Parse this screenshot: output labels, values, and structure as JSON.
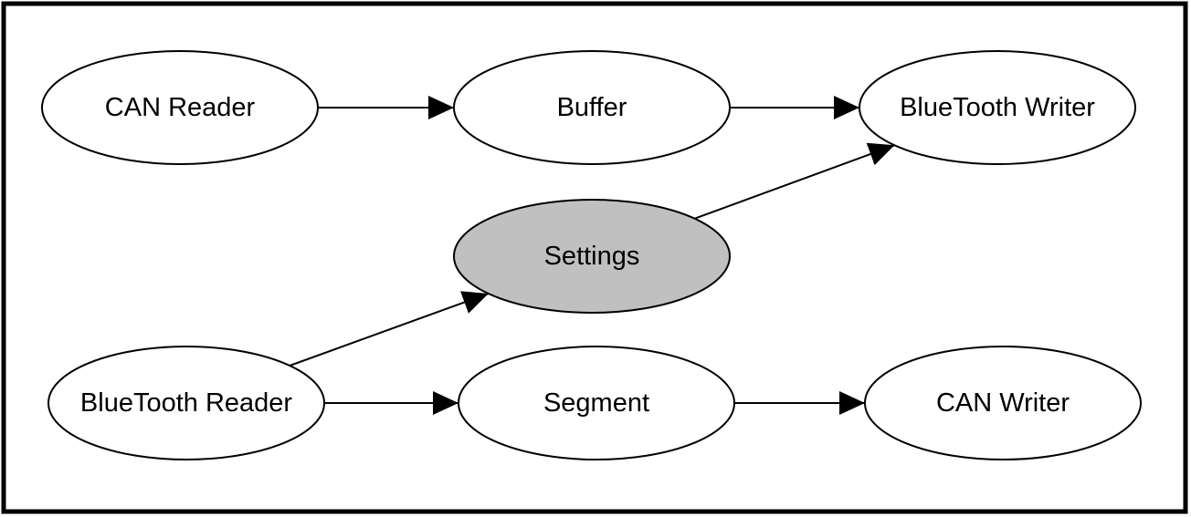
{
  "colors": {
    "border": "#000000",
    "node_fill": "#ffffff",
    "highlight_fill": "#c0c0c0",
    "stroke": "#000000"
  },
  "nodes": {
    "can_reader": {
      "label": "CAN Reader",
      "highlighted": false
    },
    "buffer": {
      "label": "Buffer",
      "highlighted": false
    },
    "bluetooth_writer": {
      "label": "BlueTooth Writer",
      "highlighted": false
    },
    "settings": {
      "label": "Settings",
      "highlighted": true
    },
    "bluetooth_reader": {
      "label": "BlueTooth Reader",
      "highlighted": false
    },
    "segment": {
      "label": "Segment",
      "highlighted": false
    },
    "can_writer": {
      "label": "CAN Writer",
      "highlighted": false
    }
  },
  "edges": [
    {
      "from": "can_reader",
      "to": "buffer"
    },
    {
      "from": "buffer",
      "to": "bluetooth_writer"
    },
    {
      "from": "settings",
      "to": "bluetooth_writer"
    },
    {
      "from": "bluetooth_reader",
      "to": "settings"
    },
    {
      "from": "bluetooth_reader",
      "to": "segment"
    },
    {
      "from": "segment",
      "to": "can_writer"
    }
  ]
}
